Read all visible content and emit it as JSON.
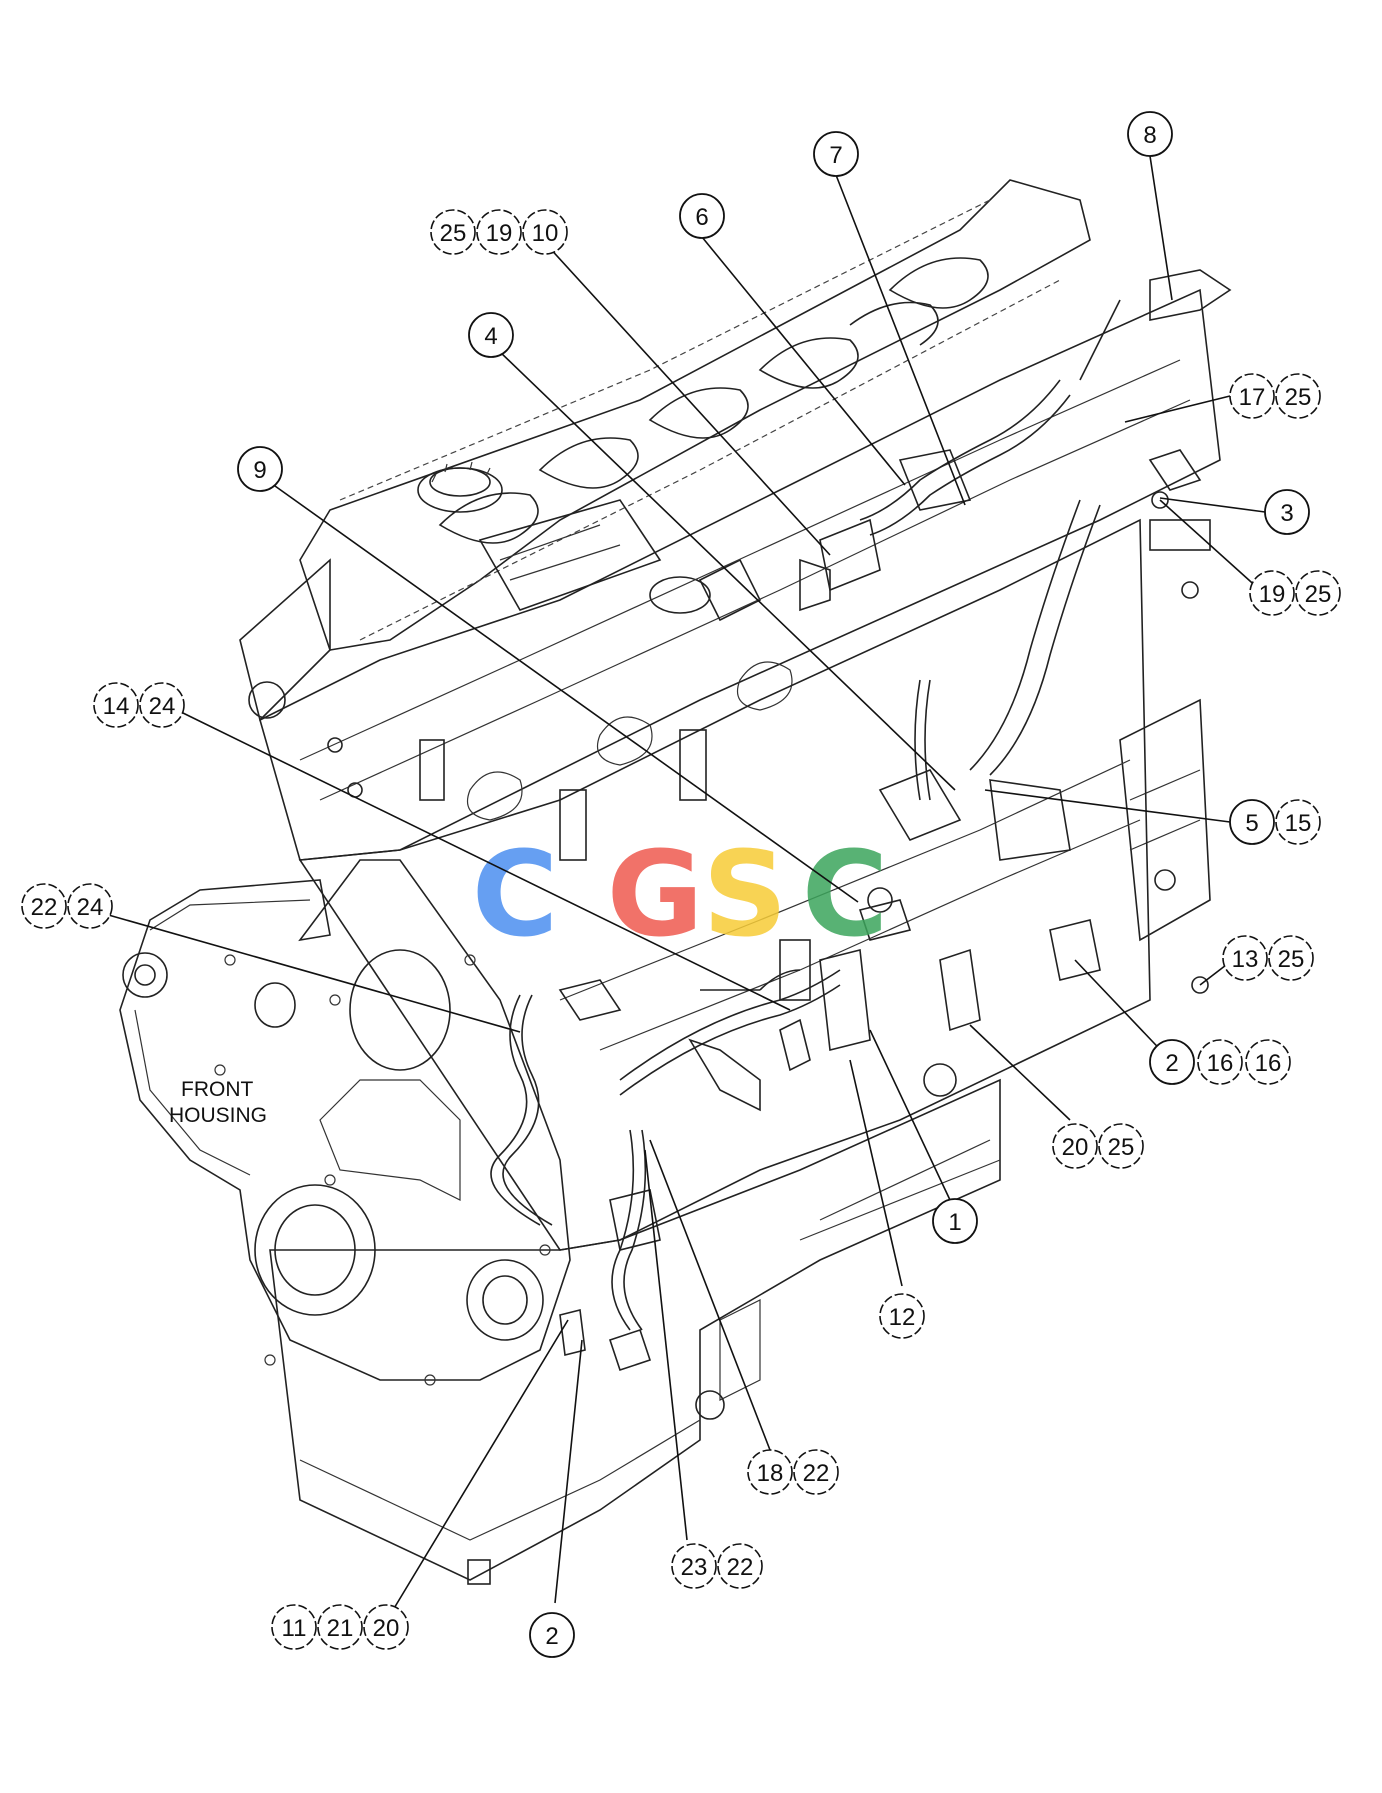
{
  "diagram": {
    "housing_label_line1": "FRONT",
    "housing_label_line2": "HOUSING",
    "watermark": [
      "C",
      "G",
      "S",
      "C"
    ],
    "watermark_colors": [
      "#4c8ff0",
      "#ef5a4f",
      "#f7cc37",
      "#3ca55c"
    ],
    "callouts": [
      {
        "id": "c8",
        "labels": [
          "8"
        ]
      },
      {
        "id": "c7",
        "labels": [
          "7"
        ]
      },
      {
        "id": "c6",
        "labels": [
          "6"
        ]
      },
      {
        "id": "c25-19-10",
        "labels": [
          "25",
          "19",
          "10"
        ]
      },
      {
        "id": "c4",
        "labels": [
          "4"
        ]
      },
      {
        "id": "c17-25",
        "labels": [
          "17",
          "25"
        ]
      },
      {
        "id": "c3",
        "labels": [
          "3"
        ]
      },
      {
        "id": "c9",
        "labels": [
          "9"
        ]
      },
      {
        "id": "c19-25",
        "labels": [
          "19",
          "25"
        ]
      },
      {
        "id": "c14-24",
        "labels": [
          "14",
          "24"
        ]
      },
      {
        "id": "c5-15",
        "labels": [
          "5",
          "15"
        ]
      },
      {
        "id": "c22-24",
        "labels": [
          "22",
          "24"
        ]
      },
      {
        "id": "c13-25",
        "labels": [
          "13",
          "25"
        ]
      },
      {
        "id": "c2-16-16",
        "labels": [
          "2",
          "16",
          "16"
        ]
      },
      {
        "id": "c20-25",
        "labels": [
          "20",
          "25"
        ]
      },
      {
        "id": "c1",
        "labels": [
          "1"
        ]
      },
      {
        "id": "c12",
        "labels": [
          "12"
        ]
      },
      {
        "id": "c18-22",
        "labels": [
          "18",
          "22"
        ]
      },
      {
        "id": "c23-22",
        "labels": [
          "23",
          "22"
        ]
      },
      {
        "id": "c11-21-20",
        "labels": [
          "11",
          "21",
          "20"
        ]
      },
      {
        "id": "c2b",
        "labels": [
          "2"
        ]
      }
    ]
  }
}
